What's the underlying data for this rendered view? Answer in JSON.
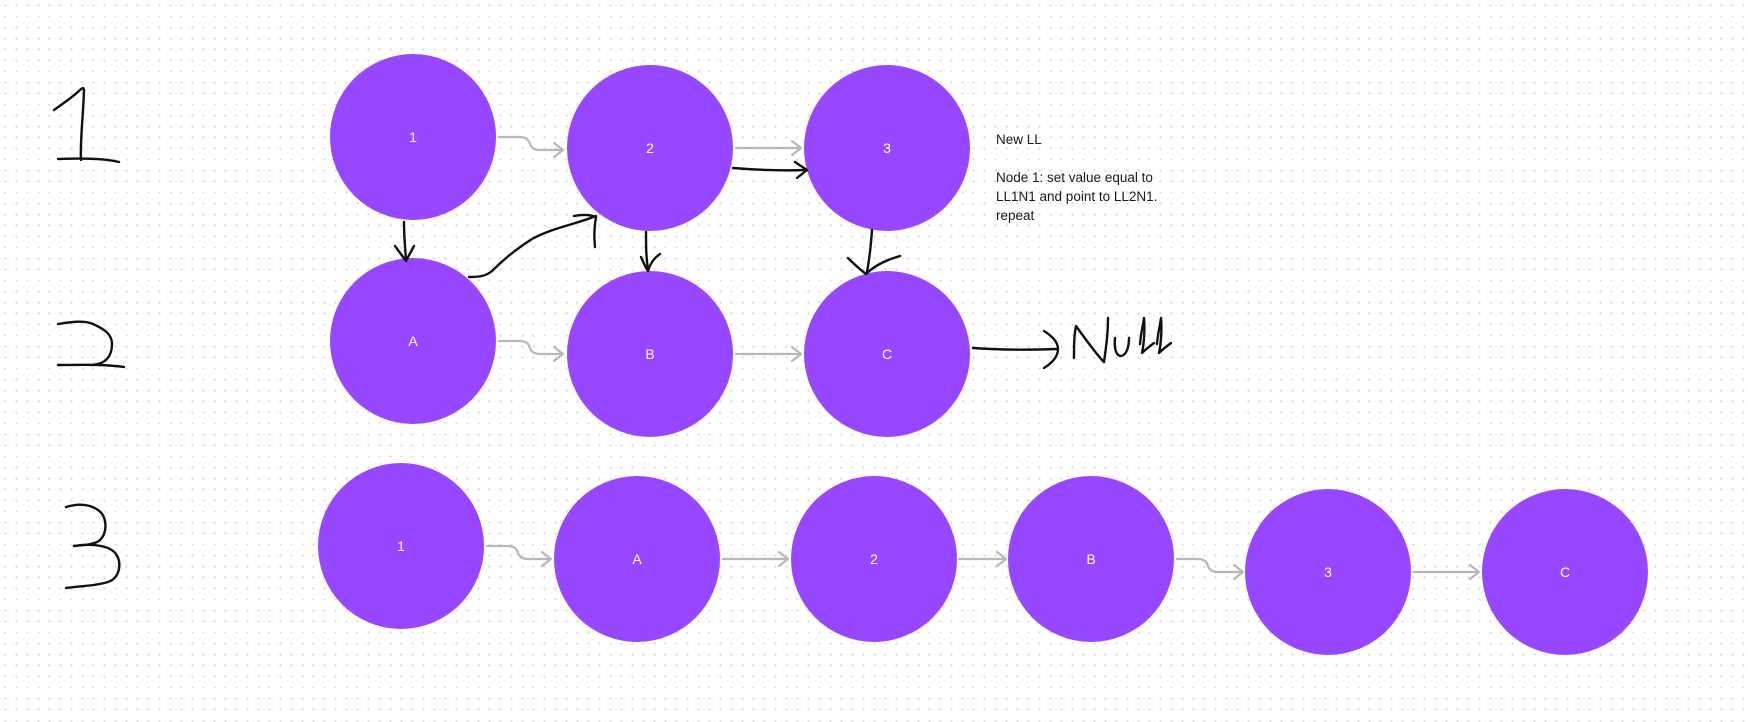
{
  "colors": {
    "node": "#9747ff",
    "node_text": "#ffffff",
    "connector": "#b8b8b8",
    "ink": "#111111"
  },
  "row_labels": [
    "1",
    "2",
    "3"
  ],
  "list1": {
    "nodes": [
      "1",
      "2",
      "3"
    ]
  },
  "list2": {
    "nodes": [
      "A",
      "B",
      "C"
    ],
    "tail_label": "Null"
  },
  "merged": {
    "nodes": [
      "1",
      "A",
      "2",
      "B",
      "3",
      "C"
    ]
  },
  "note": {
    "title": "New LL",
    "body": "Node 1: set value equal to LL1N1 and point to LL2N1. repeat"
  }
}
